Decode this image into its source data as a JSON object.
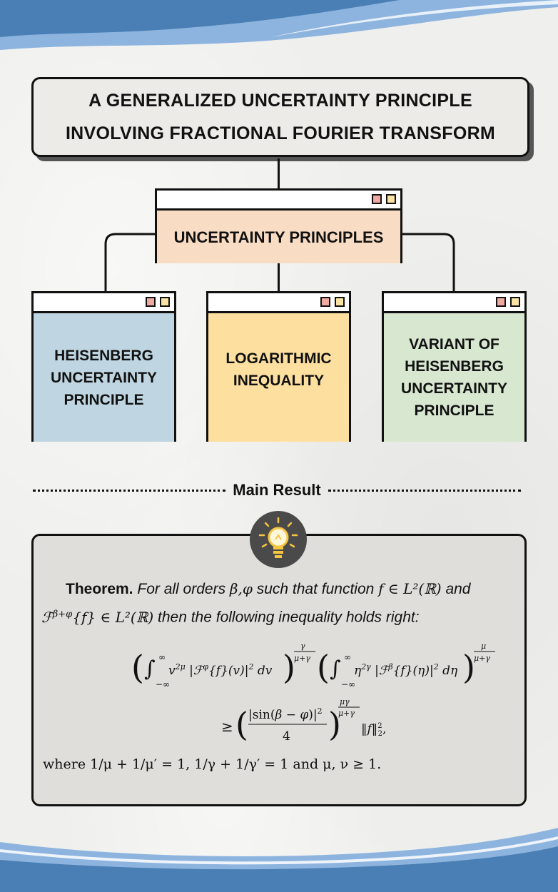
{
  "title": {
    "line1": "A GENERALIZED UNCERTAINTY PRINCIPLE",
    "line2": "INVOLVING FRACTIONAL FOURIER TRANSFORM"
  },
  "root_node": {
    "label": "UNCERTAINTY PRINCIPLES",
    "color": "#f9dcc4"
  },
  "children": [
    {
      "lines": [
        "HEISENBERG",
        "UNCERTAINTY",
        "PRINCIPLE"
      ],
      "color": "#bfd6e2"
    },
    {
      "lines": [
        "LOGARITHMIC",
        "INEQUALITY"
      ],
      "color": "#fde0a0"
    },
    {
      "lines": [
        "VARIANT OF",
        "HEISENBERG",
        "UNCERTAINTY",
        "PRINCIPLE"
      ],
      "color": "#d7e7d0"
    }
  ],
  "section_label": "Main Result",
  "theorem": {
    "heading": "Theorem.",
    "t1": "For all orders",
    "m1": "β,φ",
    "t2": "such that function",
    "m2": "f  ∈  L²(ℝ)",
    "t3": "and",
    "m3": "ℱ^{β+φ}{f}  ∈  L²(ℝ)",
    "t4": "then the following inequality holds right:",
    "where_text": "where 1/μ + 1/μ′ = 1, 1/γ + 1/γ′ = 1 and μ, ν ≥ 1."
  },
  "colors": {
    "wave_dark": "#4a7fb5",
    "wave_light": "#8db4de",
    "bulb_bg": "#4a4a4a",
    "bulb_glow": "#f6c543"
  },
  "icons": {
    "idea": "lightbulb-icon",
    "window_buttons": "window-button-icon"
  }
}
